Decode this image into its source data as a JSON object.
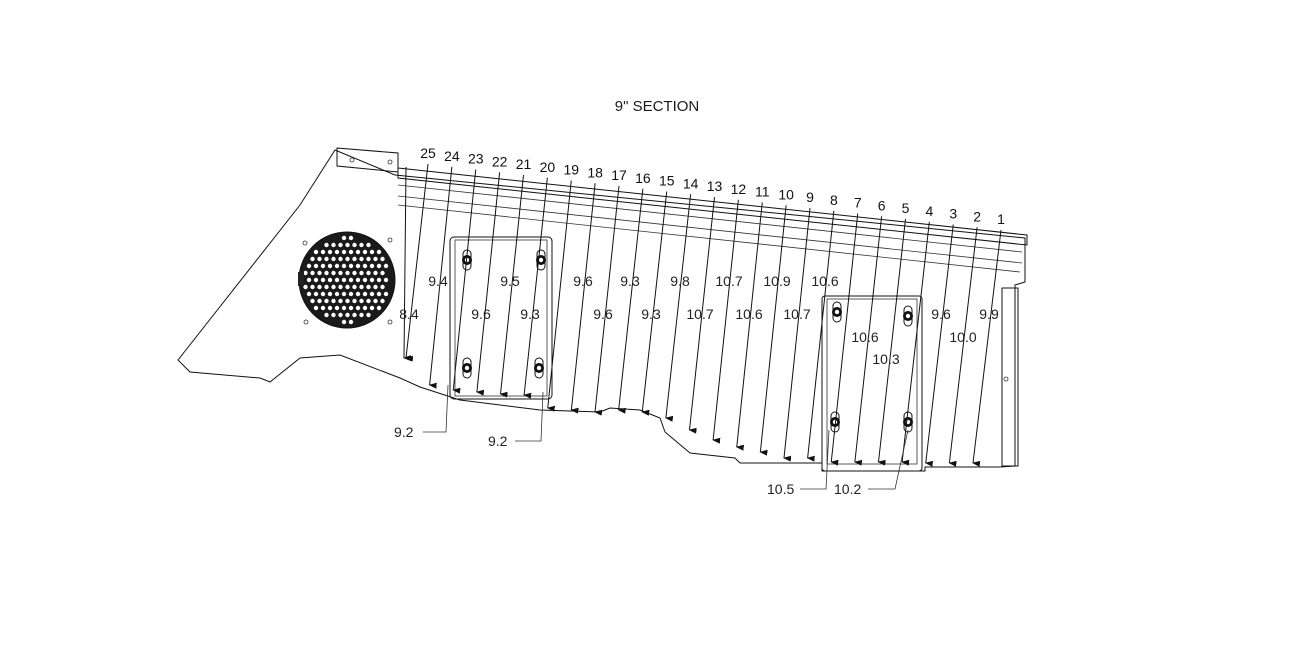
{
  "title": "9\" SECTION",
  "bay_numbers": [
    "25",
    "24",
    "23",
    "22",
    "21",
    "20",
    "19",
    "18",
    "17",
    "16",
    "15",
    "14",
    "13",
    "12",
    "11",
    "10",
    "9",
    "8",
    "7",
    "6",
    "5",
    "4",
    "3",
    "2",
    "1"
  ],
  "upper_values": [
    "9.4",
    "9.5",
    "9.6",
    "9.3",
    "9.8",
    "10.7",
    "10.9",
    "10.6"
  ],
  "middle_values": [
    "8.4",
    "9.6",
    "9.3",
    "9.6",
    "9.3",
    "10.7",
    "10.6",
    "10.7",
    "9.6",
    "9.9"
  ],
  "lower_values": [
    "10.6",
    "10.3",
    "10.0"
  ],
  "callouts": [
    "9.2",
    "9.2",
    "10.5",
    "10.2"
  ],
  "colors": {
    "line": "#111111",
    "background": "#ffffff"
  }
}
